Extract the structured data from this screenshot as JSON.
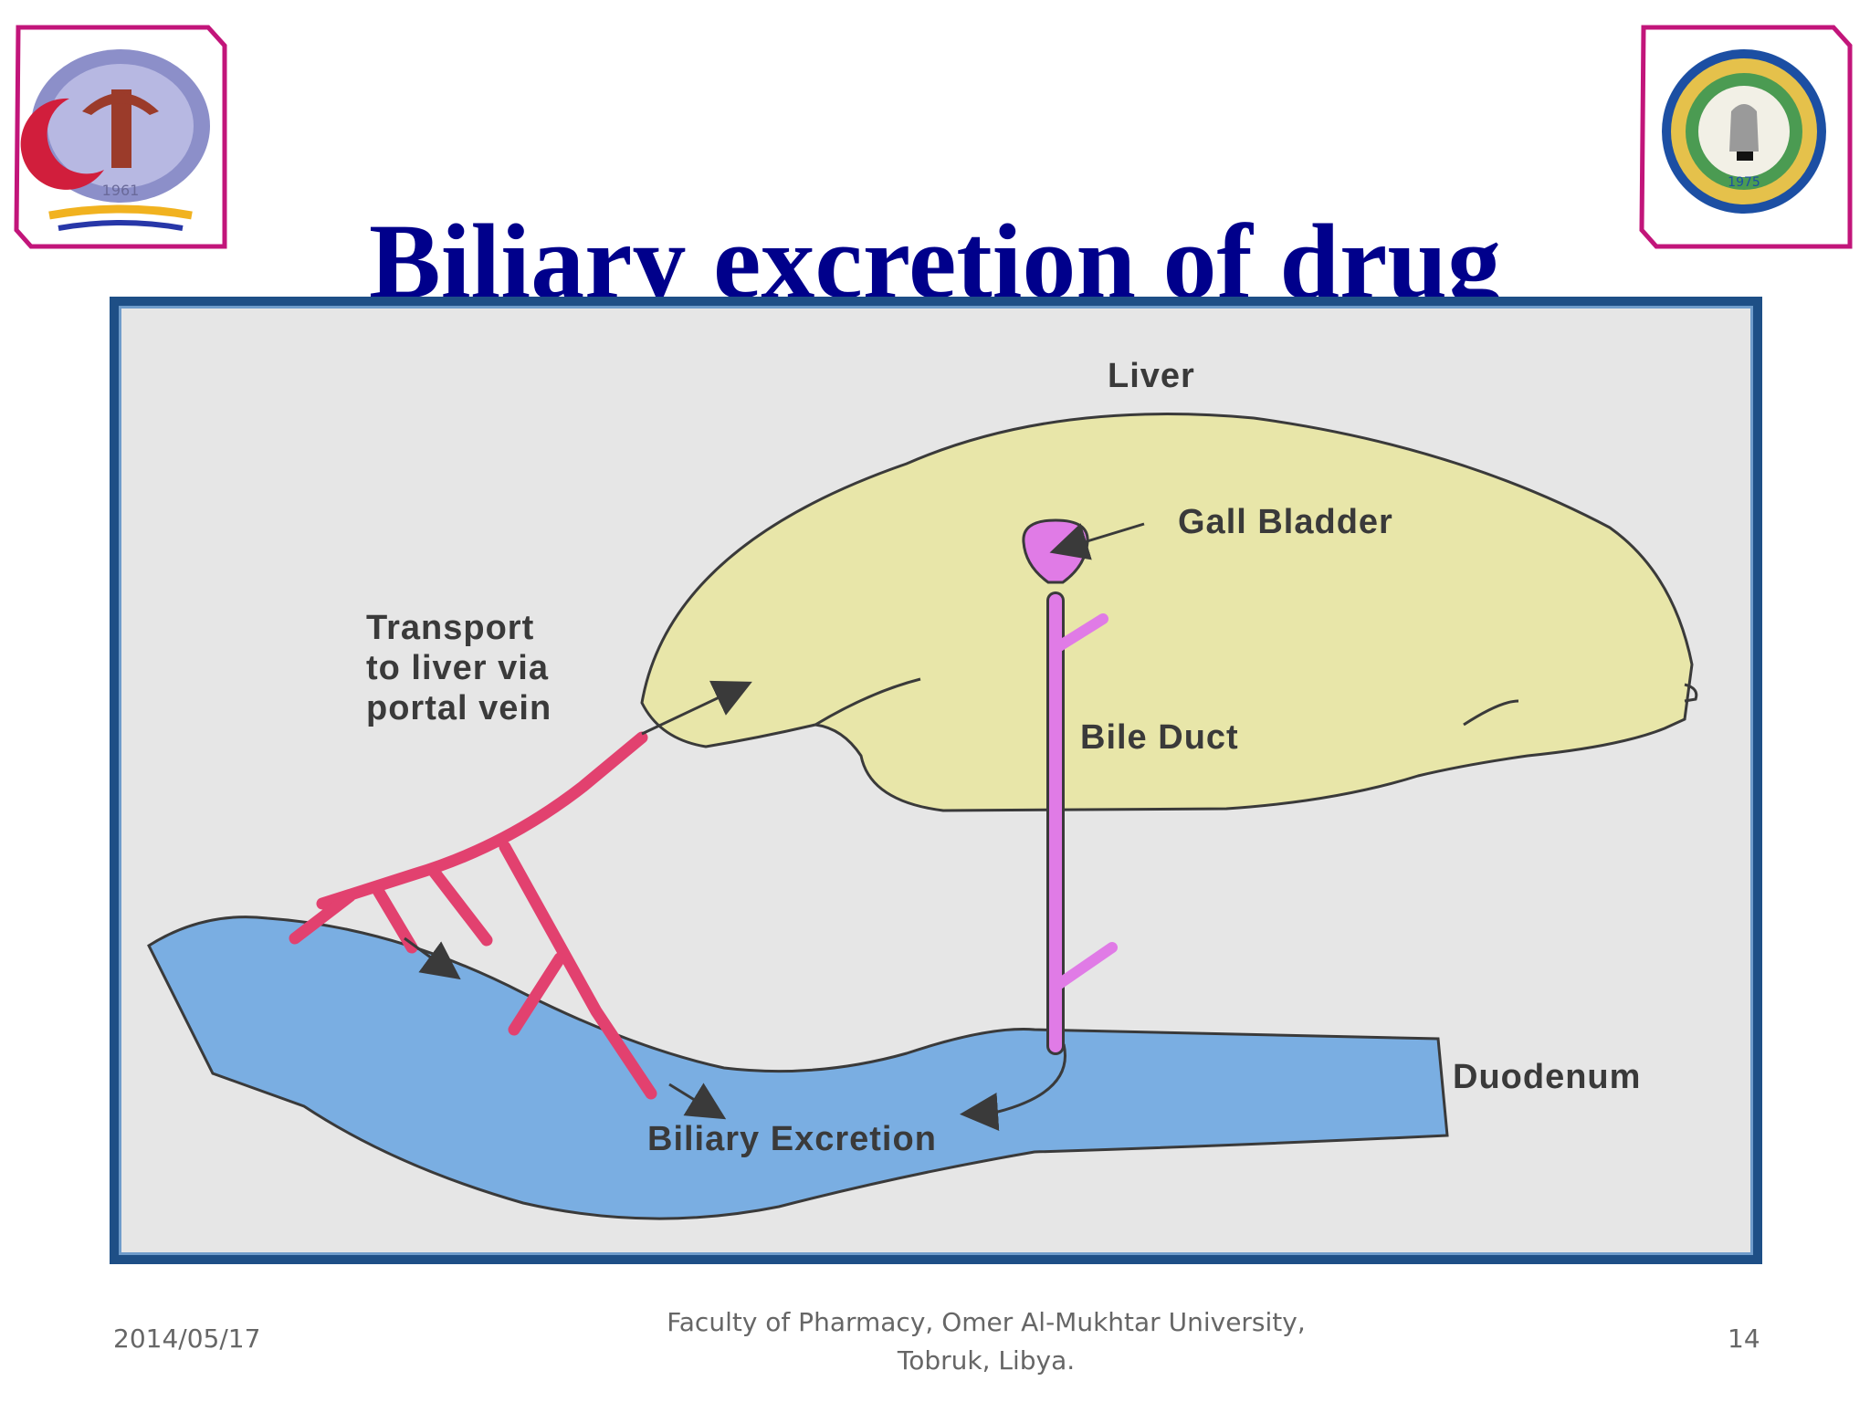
{
  "slide": {
    "title": "Biliary excretion of drug"
  },
  "logos": {
    "left": {
      "year": "1961",
      "icon": "pharmacy-faculty-emblem"
    },
    "right": {
      "year": "1975",
      "icon": "university-seal"
    }
  },
  "diagram": {
    "labels": {
      "liver": "Liver",
      "gall_bladder": "Gall Bladder",
      "transport_line1": "Transport",
      "transport_line2": "to liver via",
      "transport_line3": "portal vein",
      "bile_duct": "Bile Duct",
      "duodenum": "Duodenum",
      "biliary_excretion": "Biliary Excretion"
    },
    "colors": {
      "liver": "#e8e6a9",
      "gall_bladder": "#e07be6",
      "portal_vein": "#e2416f",
      "duodenum": "#7aaee2",
      "frame": "#1e4f86"
    }
  },
  "footer": {
    "date": "2014/05/17",
    "line1": "Faculty of Pharmacy, Omer Al-Mukhtar University,",
    "line2": "Tobruk, Libya.",
    "page": "14"
  }
}
